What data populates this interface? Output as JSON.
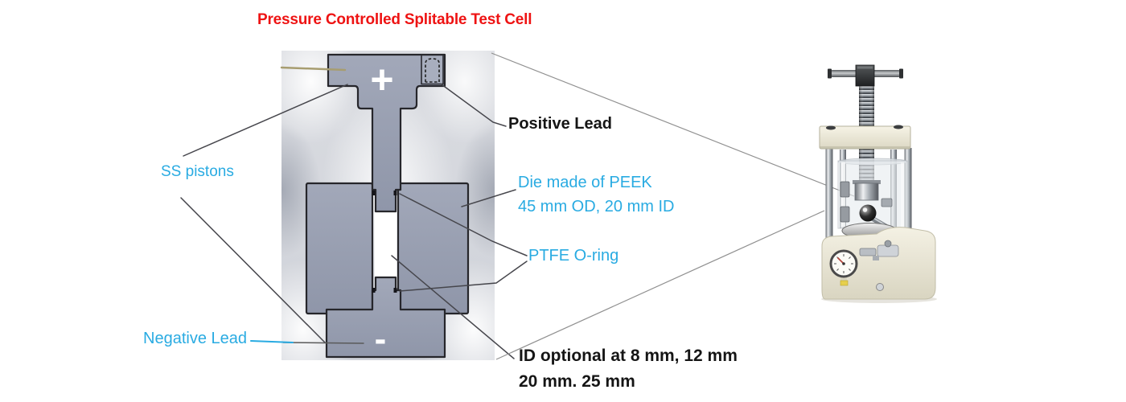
{
  "title": {
    "text": "Pressure Controlled Splitable Test Cell"
  },
  "labels": {
    "ss_pistons": "SS pistons",
    "negative_lead": "Negative Lead",
    "positive_lead": "Positive Lead",
    "die_material_line1": "Die made of PEEK",
    "die_material_line2": "45 mm OD, 20 mm ID",
    "ptfe_oring": "PTFE O-ring",
    "id_options_line1": "ID optional at 8 mm, 12 mm",
    "id_options_line2": "20 mm. 25 mm"
  },
  "symbols": {
    "positive_terminal": "+",
    "negative_terminal": "-"
  },
  "colors": {
    "title_red": "#ee1313",
    "callout_cyan": "#29abe2",
    "callout_black": "#151515",
    "metal_gray_blue": "#99a0b2",
    "leader_line": "#46464c",
    "projection_line": "#909090"
  }
}
